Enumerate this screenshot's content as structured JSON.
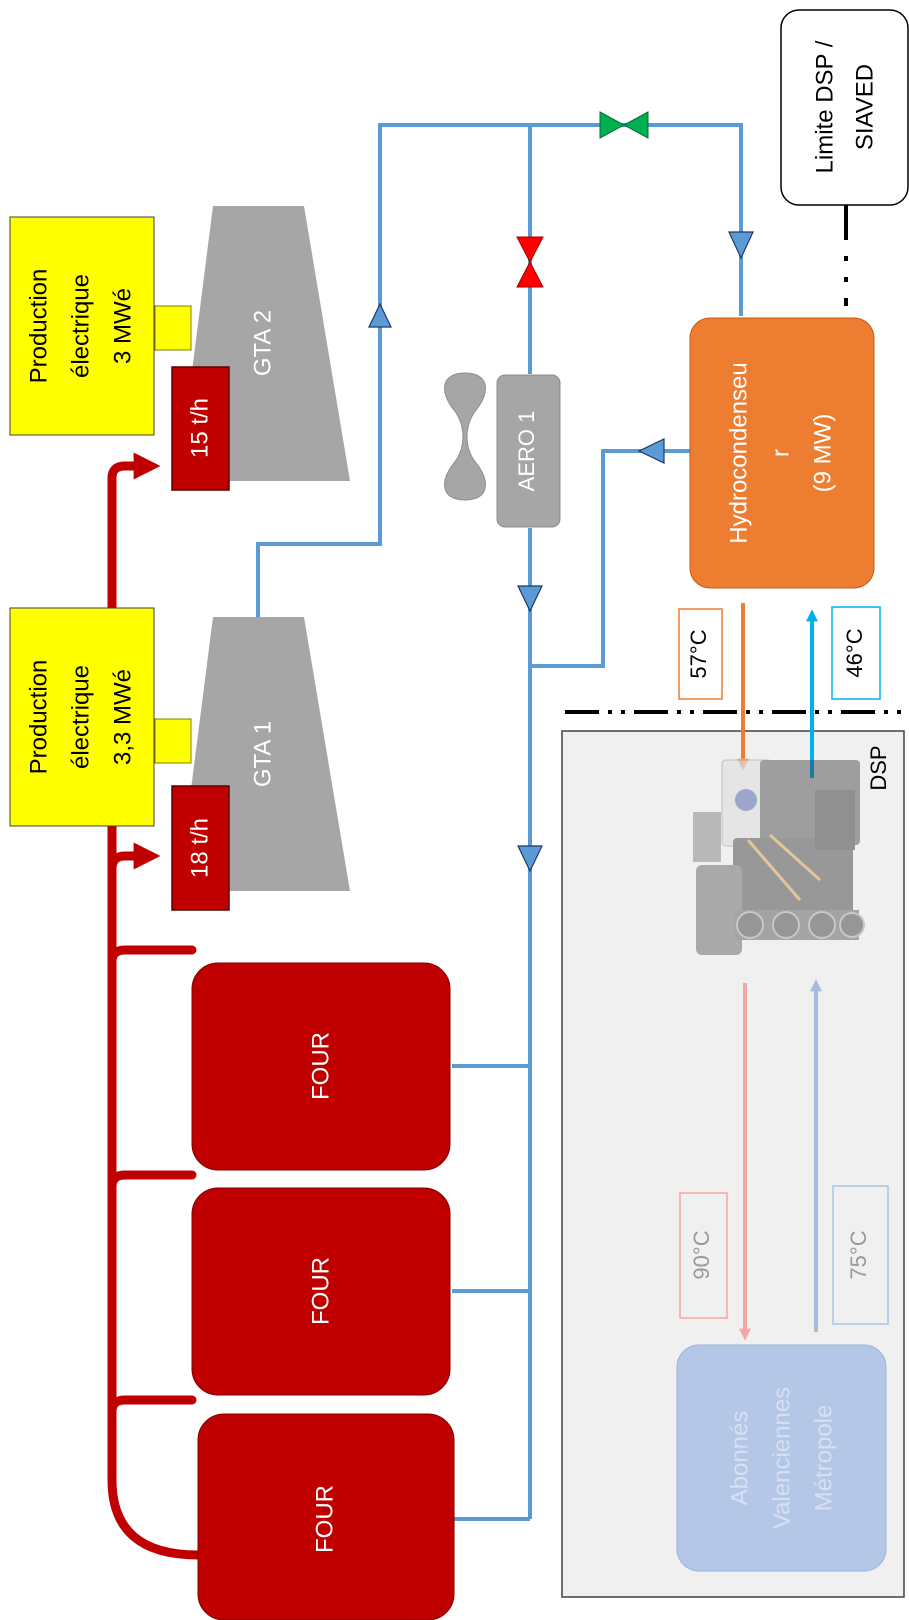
{
  "diagram": {
    "limit_label": {
      "line1": "Limite DSP /",
      "line2": "SIAVED"
    },
    "gta2": {
      "label": "GTA 2",
      "flow": "15 t/h",
      "production": [
        "Production",
        "électrique",
        "3 MWé"
      ]
    },
    "gta1": {
      "label": "GTA 1",
      "flow": "18 t/h",
      "production": [
        "Production",
        "électrique",
        "3,3 MWé"
      ]
    },
    "aero": {
      "label": "AERO 1"
    },
    "hydrocondenseur": {
      "lines": [
        "Hydrocondenseu",
        "r",
        "(9 MW)"
      ]
    },
    "temps": {
      "out_hot": "57°C",
      "in_cold": "46°C",
      "network_hot": "90°C",
      "network_return": "75°C"
    },
    "dsp_label": "DSP",
    "subscribers": {
      "lines": [
        "Abonnés",
        "Valenciennes",
        "Métropole"
      ]
    },
    "fours": [
      {
        "label": "FOUR"
      },
      {
        "label": "FOUR"
      },
      {
        "label": "FOUR"
      }
    ],
    "colors": {
      "steam": "#C00000",
      "water_pipe": "#5B9BD5",
      "turbine": "#A6A6A6",
      "production_box": "#FFFF00",
      "hydrocondenseur": "#ED7D31",
      "valve_open": "#00B050",
      "valve_closed": "#FF0000",
      "dsp_bg": "#F0F0F0",
      "subscribers": "#B4C7E7",
      "hot_out": "#ED7D31",
      "cold_in": "#00B0F0",
      "network_hot": "#F4A6A6",
      "network_return": "#A9B8DC"
    }
  }
}
